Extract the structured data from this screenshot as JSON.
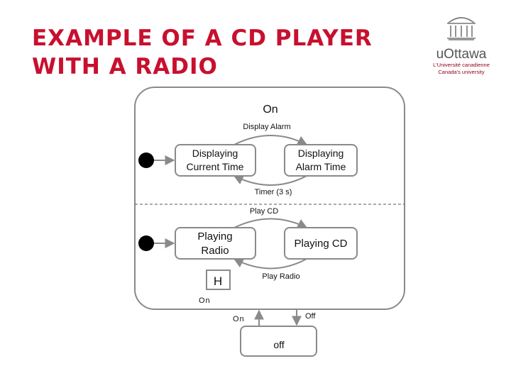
{
  "slide": {
    "title_line1": "EXAMPLE OF A CD PLAYER",
    "title_line2": "WITH A RADIO"
  },
  "logo": {
    "name": "uOttawa",
    "tagline_line1": "L'Université canadienne",
    "tagline_line2": "Canada's university",
    "icon": "building-icon",
    "brand_color": "#8f001a"
  },
  "diagram": {
    "composite_state": "On",
    "states": {
      "displaying_current_time_line1": "Displaying",
      "displaying_current_time_line2": "Current Time",
      "displaying_alarm_time_line1": "Displaying",
      "displaying_alarm_time_line2": "Alarm Time",
      "playing_radio_line1": "Playing",
      "playing_radio_line2": "Radio",
      "playing_cd": "Playing CD",
      "history": "H",
      "off": "off"
    },
    "transitions": {
      "display_alarm": "Display Alarm",
      "timer": "Timer (3 s)",
      "play_cd": "Play CD",
      "play_radio": "Play Radio",
      "on_label_inside": "On",
      "on": "On",
      "off": "Off"
    },
    "colors": {
      "line": "#8a8a8a",
      "state_fill": "#ffffff",
      "initial_dot": "#000000",
      "title_red": "#c8102e"
    }
  }
}
